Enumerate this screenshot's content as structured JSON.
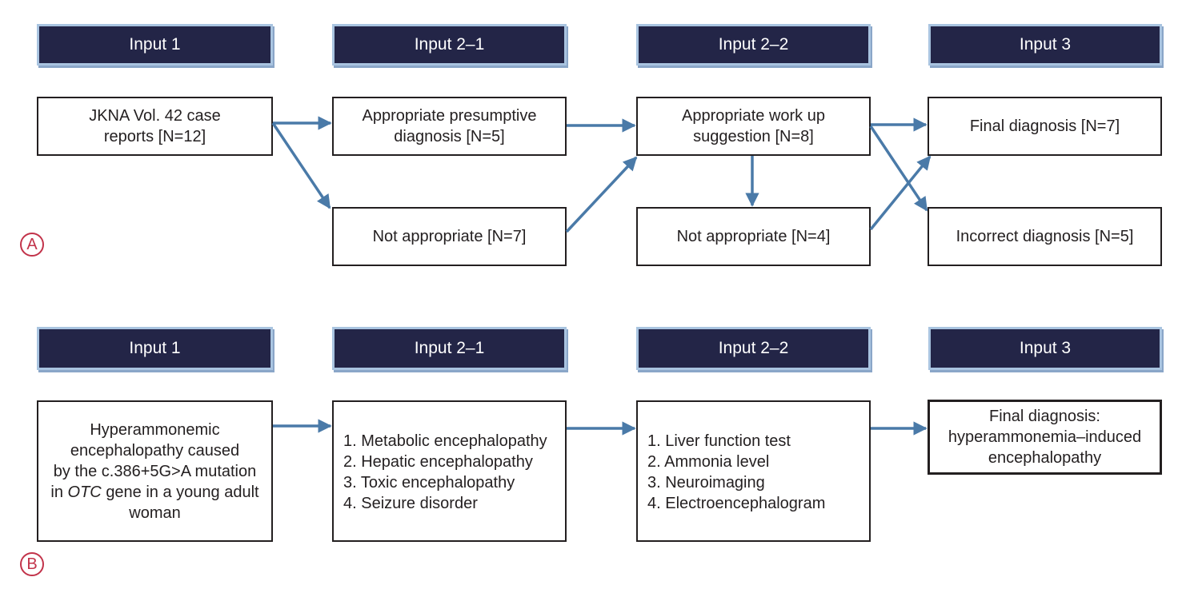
{
  "panel_a": {
    "label": "A",
    "headers": [
      "Input 1",
      "Input 2–1",
      "Input 2–2",
      "Input 3"
    ],
    "boxes": {
      "case_reports": [
        "JKNA Vol. 42 case",
        "reports [N=12]"
      ],
      "presumptive": [
        "Appropriate presumptive",
        "diagnosis [N=5]"
      ],
      "not_appropriate_1": "Not appropriate [N=7]",
      "workup": [
        "Appropriate work up",
        "suggestion [N=8]"
      ],
      "not_appropriate_2": "Not appropriate [N=4]",
      "final": "Final diagnosis [N=7]",
      "incorrect": "Incorrect diagnosis [N=5]"
    }
  },
  "panel_b": {
    "label": "B",
    "headers": [
      "Input 1",
      "Input 2–1",
      "Input 2–2",
      "Input 3"
    ],
    "case_lines": [
      "Hyperammonemic",
      "encephalopathy caused",
      "by the c.386+5G>A mutation",
      "OTC",
      "gene in a young adult",
      "woman"
    ],
    "case_line_prefix": "in",
    "differential": [
      "1. Metabolic encephalopathy",
      "2. Hepatic encephalopathy",
      "3. Toxic encephalopathy",
      "4. Seizure disorder"
    ],
    "workup": [
      "1. Liver function test",
      "2. Ammonia level",
      "3. Neuroimaging",
      "4. Electroencephalogram"
    ],
    "final": [
      "Final diagnosis:",
      "hyperammonemia–induced",
      "encephalopathy"
    ]
  },
  "colors": {
    "header_fill": "#232547",
    "header_border": "#a9c4e0",
    "arrow": "#4a7aa8",
    "badge": "#c2334a"
  }
}
